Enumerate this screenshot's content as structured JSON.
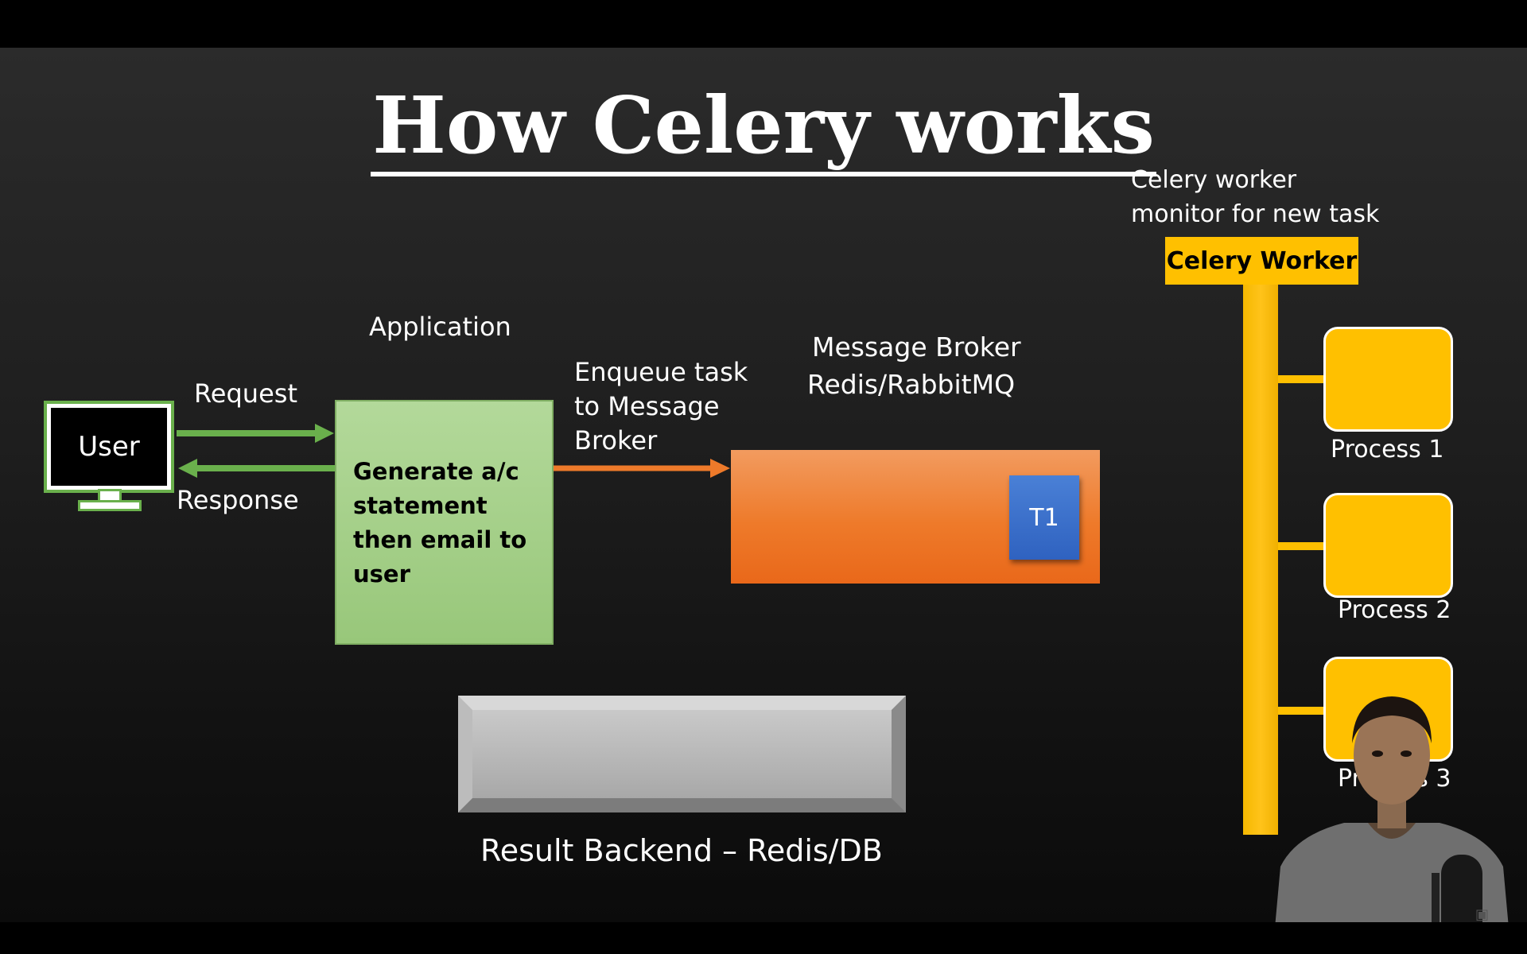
{
  "title": "How Celery works",
  "user": {
    "label": "User"
  },
  "request_label": "Request",
  "response_label": "Response",
  "application": {
    "heading": "Application",
    "text": "Generate a/c statement then email to user"
  },
  "enqueue": {
    "line1": "Enqueue task",
    "line2": "to Message",
    "line3": "Broker"
  },
  "broker": {
    "line1": "Message Broker",
    "line2": "Redis/RabbitMQ",
    "task_label": "T1"
  },
  "result_backend": {
    "label": "Result Backend – Redis/DB"
  },
  "worker": {
    "note_line1": "Celery worker",
    "note_line2": "monitor for new task",
    "header": "Celery Worker",
    "processes": [
      "Process 1",
      "Process 2",
      "Process 3"
    ]
  },
  "colors": {
    "green_arrow": "#6ab04c",
    "orange_arrow": "#ee7a2a",
    "worker_yellow": "#ffc000",
    "task_blue": "#2f62c0"
  }
}
